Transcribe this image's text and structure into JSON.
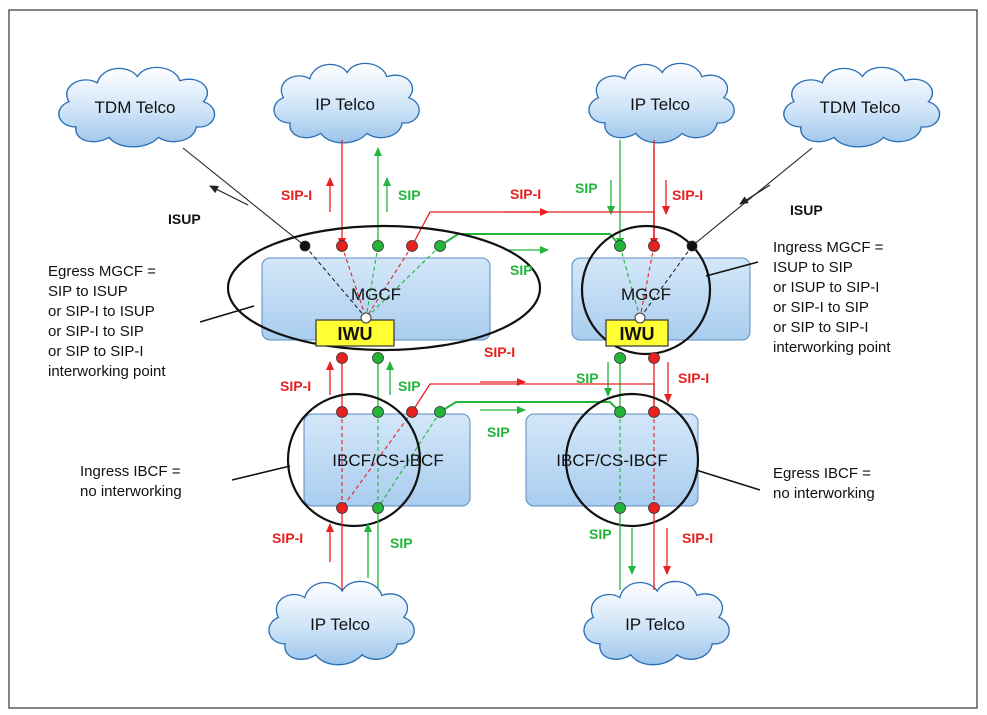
{
  "clouds": {
    "tdm_left": "TDM Telco",
    "ip_top_left": "IP Telco",
    "ip_top_right": "IP Telco",
    "tdm_right": "TDM Telco",
    "ip_bottom_left": "IP Telco",
    "ip_bottom_right": "IP Telco"
  },
  "nodes": {
    "mgcf_left": "MGCF",
    "mgcf_right": "MGCF",
    "iwu_left": "IWU",
    "iwu_right": "IWU",
    "ibcf_left": "IBCF/CS-IBCF",
    "ibcf_right": "IBCF/CS-IBCF"
  },
  "protocols": {
    "isup_left": "ISUP",
    "isup_right": "ISUP",
    "sipi_top_left": "SIP-I",
    "sip_top_left": "SIP",
    "sipi_mid_top": "SIP-I",
    "sip_mid_top": "SIP",
    "sip_top_right": "SIP",
    "sipi_top_right": "SIP-I",
    "sipi_upper_left": "SIP-I",
    "sip_upper_left": "SIP",
    "sipi_mid_low": "SIP-I",
    "sip_mid_low": "SIP",
    "sip_upper_right": "SIP",
    "sipi_upper_right": "SIP-I",
    "sipi_bottom_left": "SIP-I",
    "sip_bottom_left": "SIP",
    "sip_bottom_right": "SIP",
    "sipi_bottom_right": "SIP-I"
  },
  "annotations": {
    "egress_mgcf": [
      "Egress MGCF =",
      "SIP to ISUP",
      "or SIP-I to ISUP",
      "or SIP-I to SIP",
      "or SIP to SIP-I",
      "interworking point"
    ],
    "ingress_mgcf": [
      "Ingress MGCF =",
      "ISUP to SIP",
      "or ISUP to SIP-I",
      "or SIP-I to SIP",
      "or SIP to SIP-I",
      "interworking point"
    ],
    "ingress_ibcf": [
      "Ingress IBCF =",
      "no interworking"
    ],
    "egress_ibcf": [
      "Egress IBCF =",
      "no interworking"
    ]
  },
  "colors": {
    "sip_i": "#e8201f",
    "sip": "#22b53a",
    "box_fill": "#b9d7f2",
    "iwu_fill": "#ffff33"
  }
}
